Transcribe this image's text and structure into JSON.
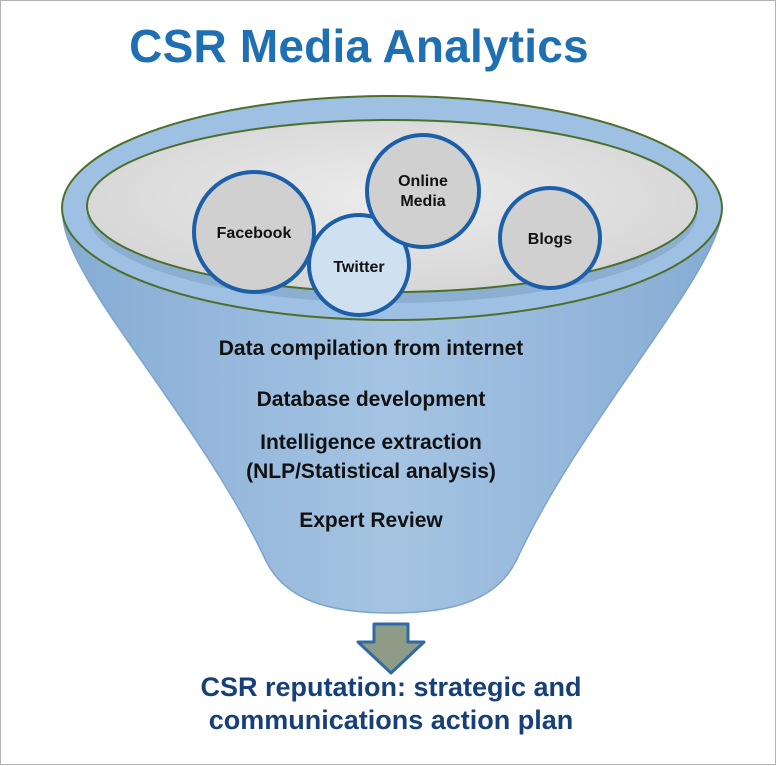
{
  "title": "CSR Media Analytics",
  "sources": {
    "facebook": "Facebook",
    "twitter": "Twitter",
    "online_media_line1": "Online",
    "online_media_line2": "Media",
    "blogs": "Blogs"
  },
  "steps": {
    "step1": "Data compilation from internet",
    "step2": "Database development",
    "step3_line1": "Intelligence extraction",
    "step3_line2": "(NLP/Statistical analysis)",
    "step4": "Expert Review"
  },
  "outcome": {
    "line1": "CSR reputation: strategic and",
    "line2": "communications action plan"
  },
  "colors": {
    "title": "#1f6fb3",
    "funnel_fill": "#95b8dc",
    "funnel_outline": "#4d6f2b",
    "funnel_interior": "#dedede",
    "bubble_ring": "#1c5fa8",
    "bubble_fill": "#d0d0d0",
    "twitter_fill": "#cfe0f1",
    "arrow_fill": "#8d9b87",
    "arrow_outline": "#2f6aa6",
    "outcome_text": "#17407a"
  }
}
